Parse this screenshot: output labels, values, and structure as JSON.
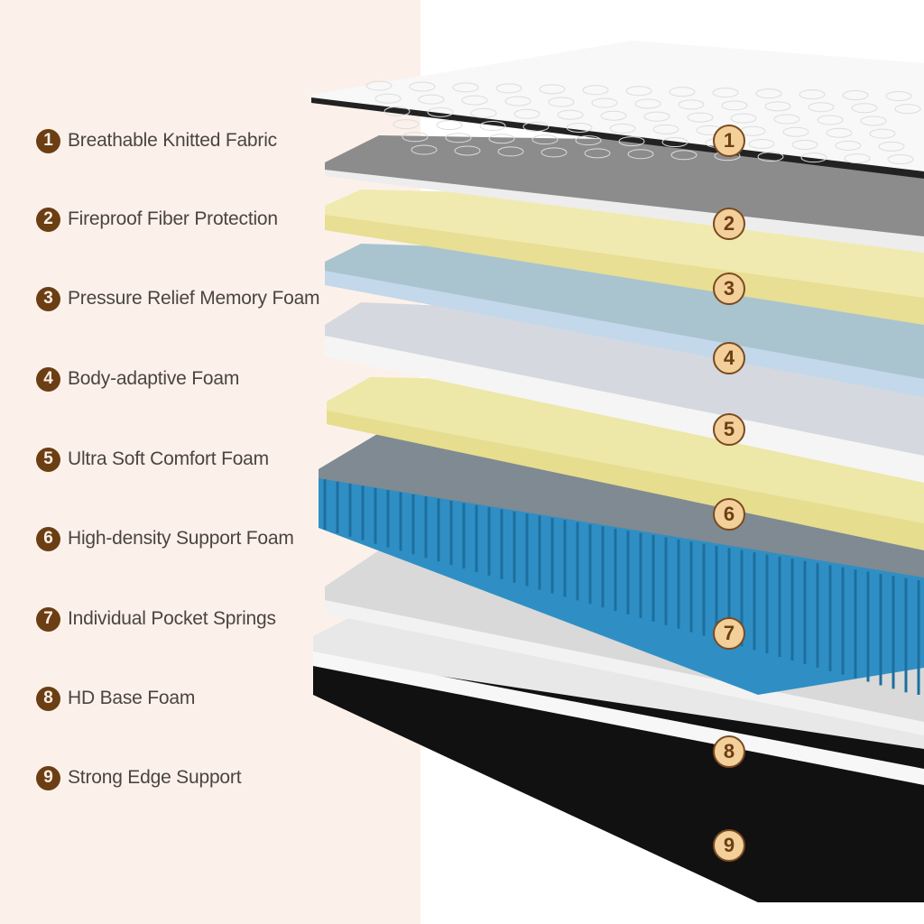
{
  "layers": [
    {
      "number": "1",
      "label": "Breathable Knitted Fabric"
    },
    {
      "number": "2",
      "label": "Fireproof Fiber Protection"
    },
    {
      "number": "3",
      "label": "Pressure Relief Memory Foam"
    },
    {
      "number": "4",
      "label": "Body-adaptive Foam"
    },
    {
      "number": "5",
      "label": "Ultra Soft Comfort Foam"
    },
    {
      "number": "6",
      "label": "High-density Support Foam"
    },
    {
      "number": "7",
      "label": "Individual Pocket Springs"
    },
    {
      "number": "8",
      "label": "HD Base Foam"
    },
    {
      "number": "9",
      "label": "Strong Edge Support"
    }
  ],
  "colors": {
    "panel": "#fcf1ea",
    "brown": "#6b3e14",
    "badge": "#f3cf9a",
    "spring": "#2f8fc4"
  }
}
